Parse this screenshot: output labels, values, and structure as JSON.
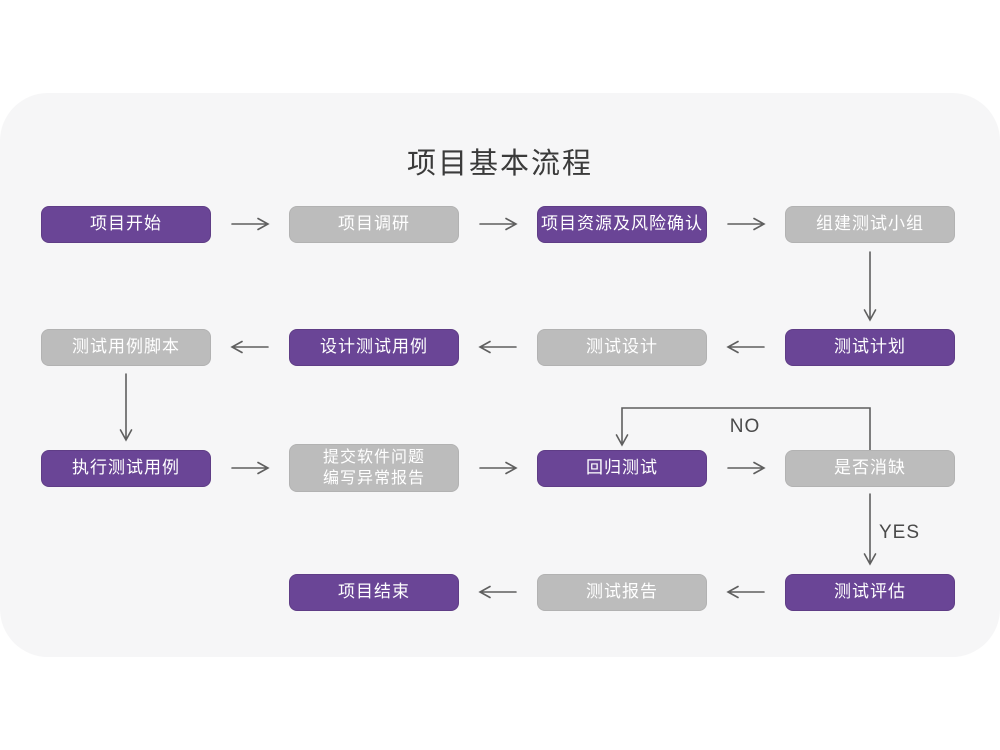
{
  "page": {
    "title": "项目基本流程"
  },
  "flowchart": {
    "nodes": [
      {
        "id": "project-start",
        "lines": [
          "项目开始"
        ],
        "variant": "purple"
      },
      {
        "id": "project-research",
        "lines": [
          "项目调研"
        ],
        "variant": "gray"
      },
      {
        "id": "resource-risk-confirm",
        "lines": [
          "项目资源及风险确认"
        ],
        "variant": "purple"
      },
      {
        "id": "build-test-team",
        "lines": [
          "组建测试小组"
        ],
        "variant": "gray"
      },
      {
        "id": "test-plan",
        "lines": [
          "测试计划"
        ],
        "variant": "purple"
      },
      {
        "id": "test-design",
        "lines": [
          "测试设计"
        ],
        "variant": "gray"
      },
      {
        "id": "design-test-cases",
        "lines": [
          "设计测试用例"
        ],
        "variant": "purple"
      },
      {
        "id": "test-case-scripts",
        "lines": [
          "测试用例脚本"
        ],
        "variant": "gray"
      },
      {
        "id": "execute-test-cases",
        "lines": [
          "执行测试用例"
        ],
        "variant": "purple"
      },
      {
        "id": "submit-issue-report",
        "lines": [
          "提交软件问题",
          "编写异常报告"
        ],
        "variant": "gray"
      },
      {
        "id": "regression-test",
        "lines": [
          "回归测试"
        ],
        "variant": "purple"
      },
      {
        "id": "defect-cleared",
        "lines": [
          "是否消缺"
        ],
        "variant": "gray"
      },
      {
        "id": "test-evaluation",
        "lines": [
          "测试评估"
        ],
        "variant": "purple"
      },
      {
        "id": "test-report",
        "lines": [
          "测试报告"
        ],
        "variant": "gray"
      },
      {
        "id": "project-end",
        "lines": [
          "项目结束"
        ],
        "variant": "purple"
      }
    ],
    "edge_labels": {
      "no": "NO",
      "yes": "YES"
    },
    "colors": {
      "node_purple": "#6a4596",
      "node_gray": "#bcbcbc",
      "arrow": "#5f5f5f",
      "card_background": "#f6f6f7",
      "title_text": "#3b3b3b"
    }
  }
}
